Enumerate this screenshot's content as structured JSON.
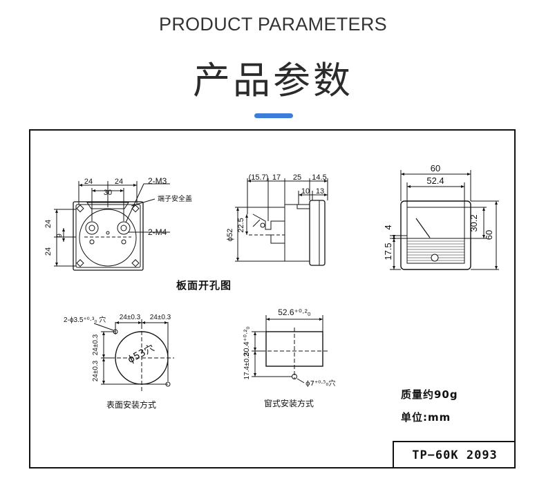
{
  "header": {
    "title_en": "PRODUCT PARAMETERS",
    "title_cn": "产品参数",
    "accent_color": "#3b7dd8"
  },
  "front_view": {
    "dim_top_left": "24",
    "dim_top_right": "24",
    "dim_hole_spacing": "30",
    "dim_side_upper": "24",
    "dim_side_lower": "24",
    "dim_side_offset": "9",
    "callout_m3": "2-M3",
    "callout_cover": "端子安全盖",
    "callout_m4": "2-M4"
  },
  "side_view": {
    "dim_a": "(15.7)",
    "dim_b": "17",
    "dim_c": "25",
    "dim_d": "14.5",
    "dim_e": "10",
    "dim_f": "13",
    "dim_dia": "ϕ52",
    "dim_h": "22.5"
  },
  "face_view": {
    "dim_width_outer": "60",
    "dim_width_inner": "52.4",
    "dim_height_inner": "30.2",
    "dim_height_outer": "60",
    "dim_left_small": "4",
    "dim_left_lower": "17.5"
  },
  "panel_cutout": {
    "title": "板面开孔图"
  },
  "surface_mount": {
    "hole_spec": "2-ϕ3.5⁺⁰·³₀ 穴",
    "dim_top_left": "24±0.3",
    "dim_top_right": "24±0.3",
    "dim_side_upper": "24±0.3",
    "dim_side_lower": "24±0.3",
    "dia_label": "ϕ53穴",
    "caption": "表面安装方式"
  },
  "window_mount": {
    "dim_width": "52.6⁺⁰·²₀",
    "dim_height": "30.4⁺⁰·²₀",
    "dim_lower": "17.4±0.2",
    "hole_spec": "ϕ7⁺⁰·⁵₀穴",
    "caption": "窗式安装方式"
  },
  "specs": {
    "weight": "质量约90g",
    "unit": "单位:mm"
  },
  "model_tag": "TP−60K 2093"
}
